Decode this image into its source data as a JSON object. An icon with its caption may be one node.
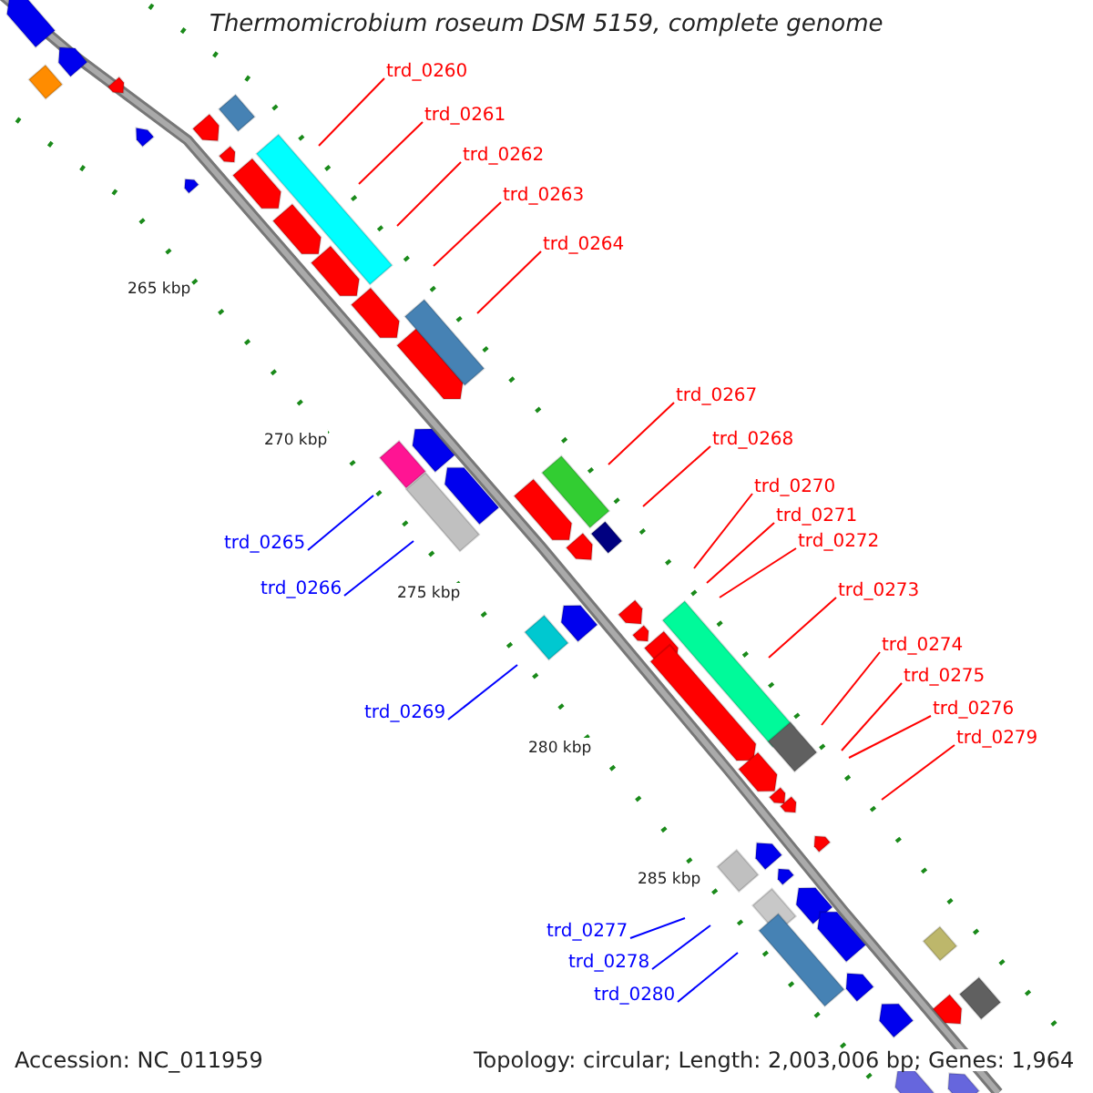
{
  "diagram": {
    "title": "Thermomicrobium roseum DSM 5159, complete genome",
    "nodes": [
      {
        "text": [
          "trd_0260"
        ]
      },
      {
        "text": [
          "trd_0261"
        ]
      },
      {
        "text": [
          "trd_0262"
        ]
      },
      {
        "text": [
          "trd_0263"
        ]
      },
      {
        "text": [
          "trd_0264"
        ]
      },
      {
        "text": [
          "trd_0267"
        ]
      },
      {
        "text": [
          "trd_0268"
        ]
      },
      {
        "text": [
          "trd_0270"
        ]
      },
      {
        "text": [
          "trd_0271"
        ]
      },
      {
        "text": [
          "trd_0272"
        ]
      },
      {
        "text": [
          "trd_0265"
        ]
      },
      {
        "text": [
          "trd_0266"
        ]
      },
      {
        "text": [
          "trd_0273"
        ]
      },
      {
        "text": [
          "trd_0274"
        ]
      },
      {
        "text": [
          "trd_0275"
        ]
      },
      {
        "text": [
          "trd_0276"
        ]
      },
      {
        "text": [
          "trd_0269"
        ]
      },
      {
        "text": [
          "trd_0279"
        ]
      },
      {
        "text": [
          "trd_0277"
        ]
      },
      {
        "text": [
          "trd_0278"
        ]
      },
      {
        "text": [
          "trd_0280"
        ]
      }
    ],
    "edges": [
      {
        "from": 0,
        "to": null,
        "arrow": "none"
      },
      {
        "from": 1,
        "to": null,
        "arrow": "none"
      },
      {
        "from": 2,
        "to": null,
        "arrow": "none"
      },
      {
        "from": 3,
        "to": null,
        "arrow": "none"
      },
      {
        "from": 4,
        "to": null,
        "arrow": "none"
      },
      {
        "from": 5,
        "to": null,
        "arrow": "none"
      },
      {
        "from": 6,
        "to": null,
        "arrow": "none"
      },
      {
        "from": 7,
        "to": null,
        "arrow": "none"
      },
      {
        "from": 8,
        "to": null,
        "arrow": "none"
      },
      {
        "from": 9,
        "to": null,
        "arrow": "none"
      },
      {
        "from": 10,
        "to": null,
        "arrow": "none",
        "color": "#0000ff"
      },
      {
        "from": 11,
        "to": null,
        "arrow": "none",
        "color": "#0000ff"
      },
      {
        "from": 12,
        "to": null,
        "arrow": "none"
      },
      {
        "from": 13,
        "to": null,
        "arrow": "none"
      },
      {
        "from": 14,
        "to": null,
        "arrow": "none"
      },
      {
        "from": 15,
        "to": null,
        "arrow": "none"
      },
      {
        "from": 16,
        "to": null,
        "arrow": "none",
        "color": "#0000ff"
      },
      {
        "from": 17,
        "to": null,
        "arrow": "none"
      },
      {
        "from": 18,
        "to": null,
        "arrow": "none",
        "color": "#0000ff"
      },
      {
        "from": 19,
        "to": null,
        "arrow": "none",
        "color": "#0000ff"
      },
      {
        "from": 20,
        "to": null,
        "arrow": "none",
        "color": "#0000ff"
      }
    ],
    "labels": [
      "265 kbp",
      "270 kbp",
      "275 kbp",
      "280 kbp",
      "285 kbp",
      "Accession: NC_011959",
      "Topology: circular; Length: 2,003,006 bp; Genes: 1,964"
    ]
  }
}
